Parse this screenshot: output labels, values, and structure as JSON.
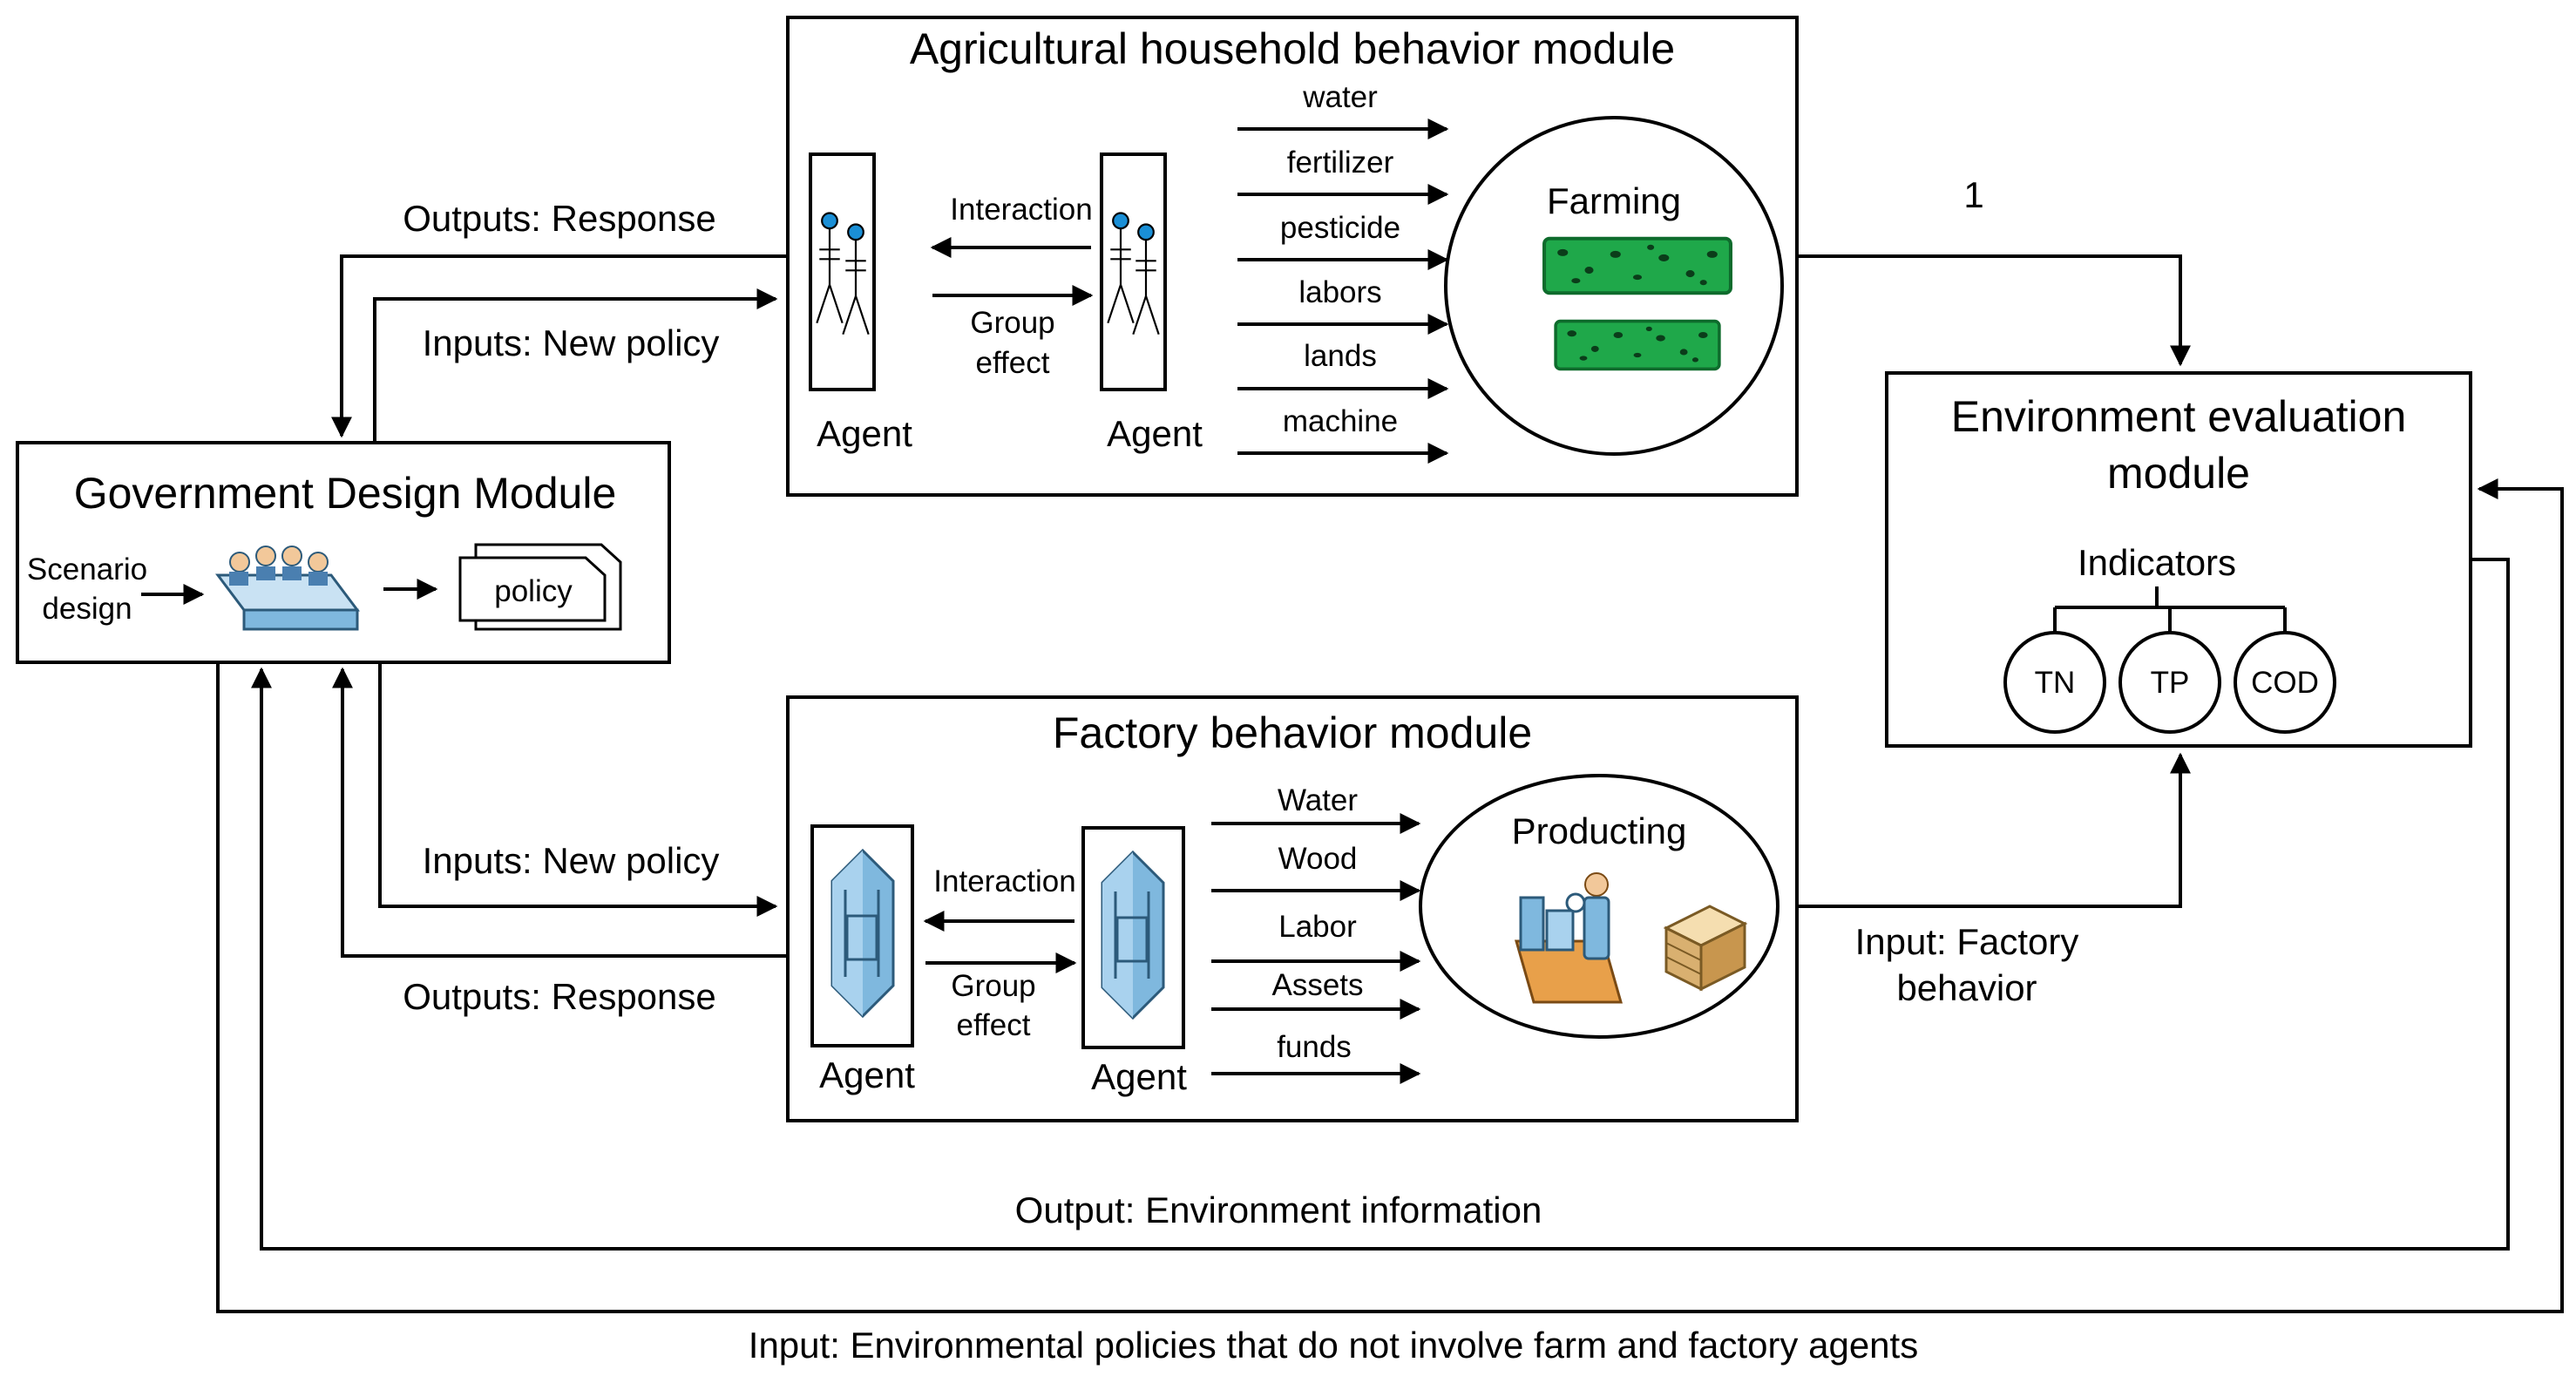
{
  "agri_module": {
    "title": "Agricultural household behavior module",
    "interaction": "Interaction",
    "group_effect_1": "Group",
    "group_effect_2": "effect",
    "agent_left": "Agent",
    "agent_right": "Agent",
    "inputs": [
      "water",
      "fertilizer",
      "pesticide",
      "labors",
      "lands",
      "machine"
    ],
    "farming": "Farming"
  },
  "factory_module": {
    "title": "Factory behavior module",
    "interaction": "Interaction",
    "group_effect_1": "Group",
    "group_effect_2": "effect",
    "agent_left": "Agent",
    "agent_right": "Agent",
    "inputs": [
      "Water",
      "Wood",
      "Labor",
      "Assets",
      "funds"
    ],
    "producting": "Producting"
  },
  "government_module": {
    "title": "Government Design Module",
    "scenario_1": "Scenario",
    "scenario_2": "design",
    "policy": "policy"
  },
  "environment_module": {
    "title_1": "Environment evaluation",
    "title_2": "module",
    "indicators": "Indicators",
    "items": [
      "TN",
      "TP",
      "COD"
    ]
  },
  "flows": {
    "outputs_response_top": "Outputs: Response",
    "inputs_new_policy_top": "Inputs: New policy",
    "inputs_new_policy_bottom": "Inputs: New policy",
    "outputs_response_bottom": "Outputs: Response",
    "farm_to_env": "1",
    "factory_to_env_1": "Input: Factory",
    "factory_to_env_2": "behavior",
    "env_information": "Output: Environment information",
    "env_policies": "Input: Environmental policies that do not involve farm and factory agents"
  },
  "colors": {
    "agent_head": "#1a8fd6",
    "hedge": "#1fa84a",
    "building": "#7fb8de"
  }
}
